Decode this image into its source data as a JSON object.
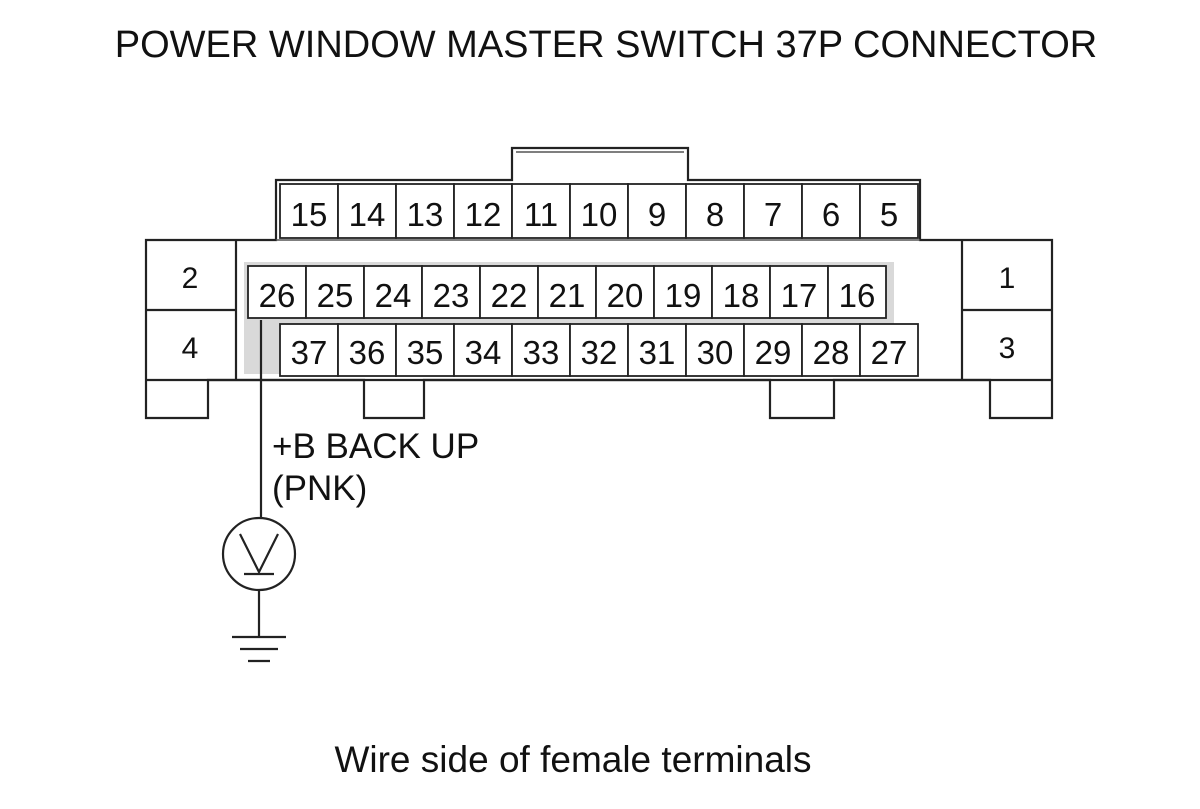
{
  "title": "POWER WINDOW MASTER SWITCH 37P CONNECTOR",
  "connector": {
    "top_row": [
      "15",
      "14",
      "13",
      "12",
      "11",
      "10",
      "9",
      "8",
      "7",
      "6",
      "5"
    ],
    "middle_row": [
      "26",
      "25",
      "24",
      "23",
      "22",
      "21",
      "20",
      "19",
      "18",
      "17",
      "16"
    ],
    "bottom_row": [
      "37",
      "36",
      "35",
      "34",
      "33",
      "32",
      "31",
      "30",
      "29",
      "28",
      "27"
    ],
    "left_pins": [
      "2",
      "4"
    ],
    "right_pins": [
      "1",
      "3"
    ]
  },
  "probe": {
    "terminal": "26",
    "label_line1": "+B BACK UP",
    "label_line2": "(PNK)",
    "meter_icon": "voltmeter-icon",
    "ground_icon": "ground-icon"
  },
  "caption": "Wire side of female terminals"
}
